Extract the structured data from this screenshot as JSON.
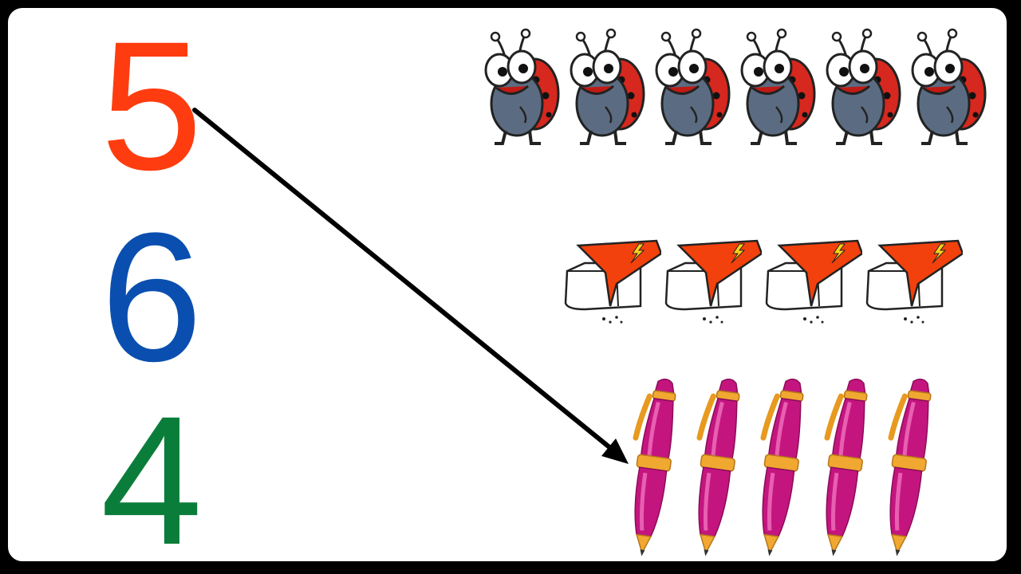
{
  "numbers": [
    {
      "label": "5",
      "color": "#ff3c0f"
    },
    {
      "label": "6",
      "color": "#0a4fb0"
    },
    {
      "label": "4",
      "color": "#0a7d3a"
    }
  ],
  "groups": {
    "ladybugs": {
      "count": 6,
      "icon": "ladybug-icon"
    },
    "erasers": {
      "count": 4,
      "icon": "eraser-icon"
    },
    "pens": {
      "count": 5,
      "icon": "pen-icon"
    }
  },
  "colors": {
    "ladybug_shell": "#d6281e",
    "ladybug_body": "#5b6c82",
    "eraser_sleeve": "#f2410c",
    "eraser_bolt": "#ffd21a",
    "pen_barrel": "#c4157f",
    "pen_clip": "#f0a830",
    "arrow": "#000000"
  }
}
